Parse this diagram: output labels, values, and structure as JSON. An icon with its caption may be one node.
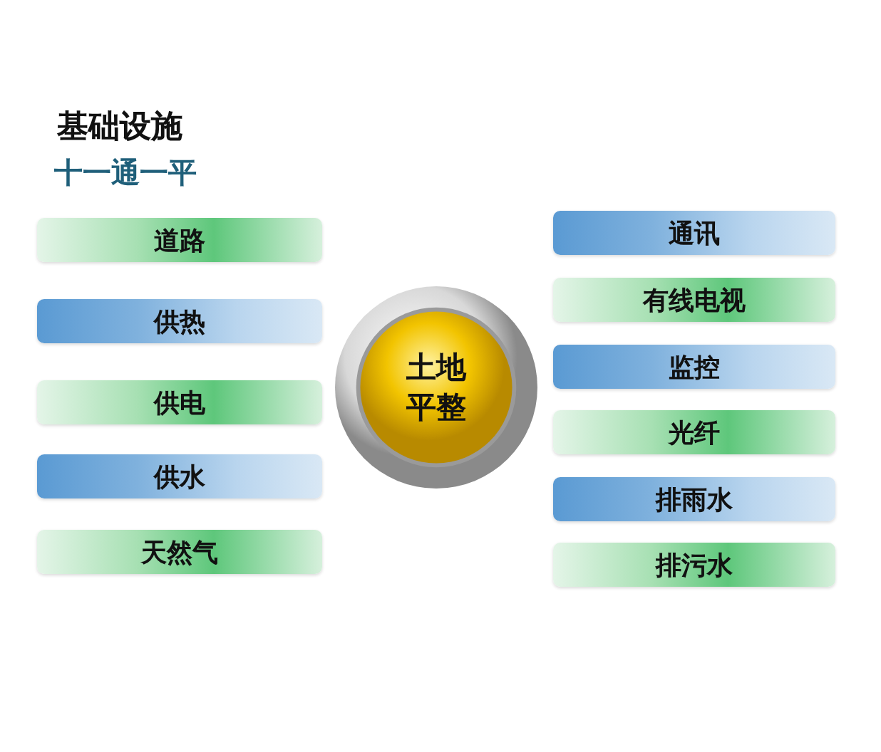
{
  "diagram": {
    "title": "基础设施",
    "labels": [
      "十一通一平"
    ],
    "nodes": [
      {
        "text": [
          "道路"
        ]
      },
      {
        "text": [
          "供热"
        ]
      },
      {
        "text": [
          "供电"
        ]
      },
      {
        "text": [
          "供水"
        ]
      },
      {
        "text": [
          "天然气"
        ]
      },
      {
        "text": [
          "土地平整"
        ]
      },
      {
        "text": [
          "通讯"
        ]
      },
      {
        "text": [
          "有线电视"
        ]
      },
      {
        "text": [
          "监控"
        ]
      },
      {
        "text": [
          "光纤"
        ]
      },
      {
        "text": [
          "排雨水"
        ]
      },
      {
        "text": [
          "排污水"
        ]
      }
    ],
    "edges": []
  }
}
